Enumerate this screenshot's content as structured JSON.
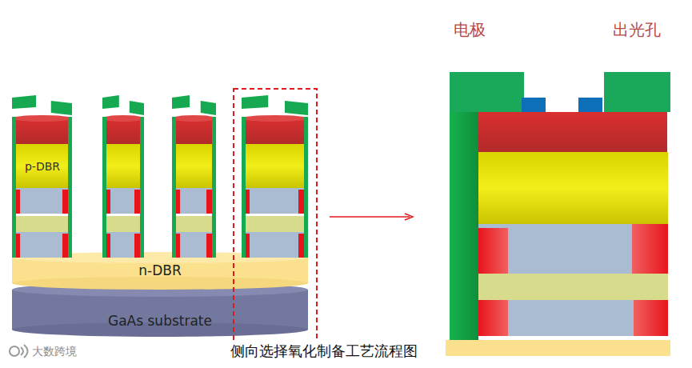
{
  "diagram": {
    "caption": "侧向选择氧化制备工艺流程图",
    "nodes": [
      {
        "text": [
          "p-DBR"
        ]
      },
      {
        "text": [
          "n-DBR"
        ]
      },
      {
        "text": [
          "GaAs substrate"
        ]
      }
    ],
    "labels": [
      "电极",
      "出光孔",
      "大数跨境"
    ]
  }
}
